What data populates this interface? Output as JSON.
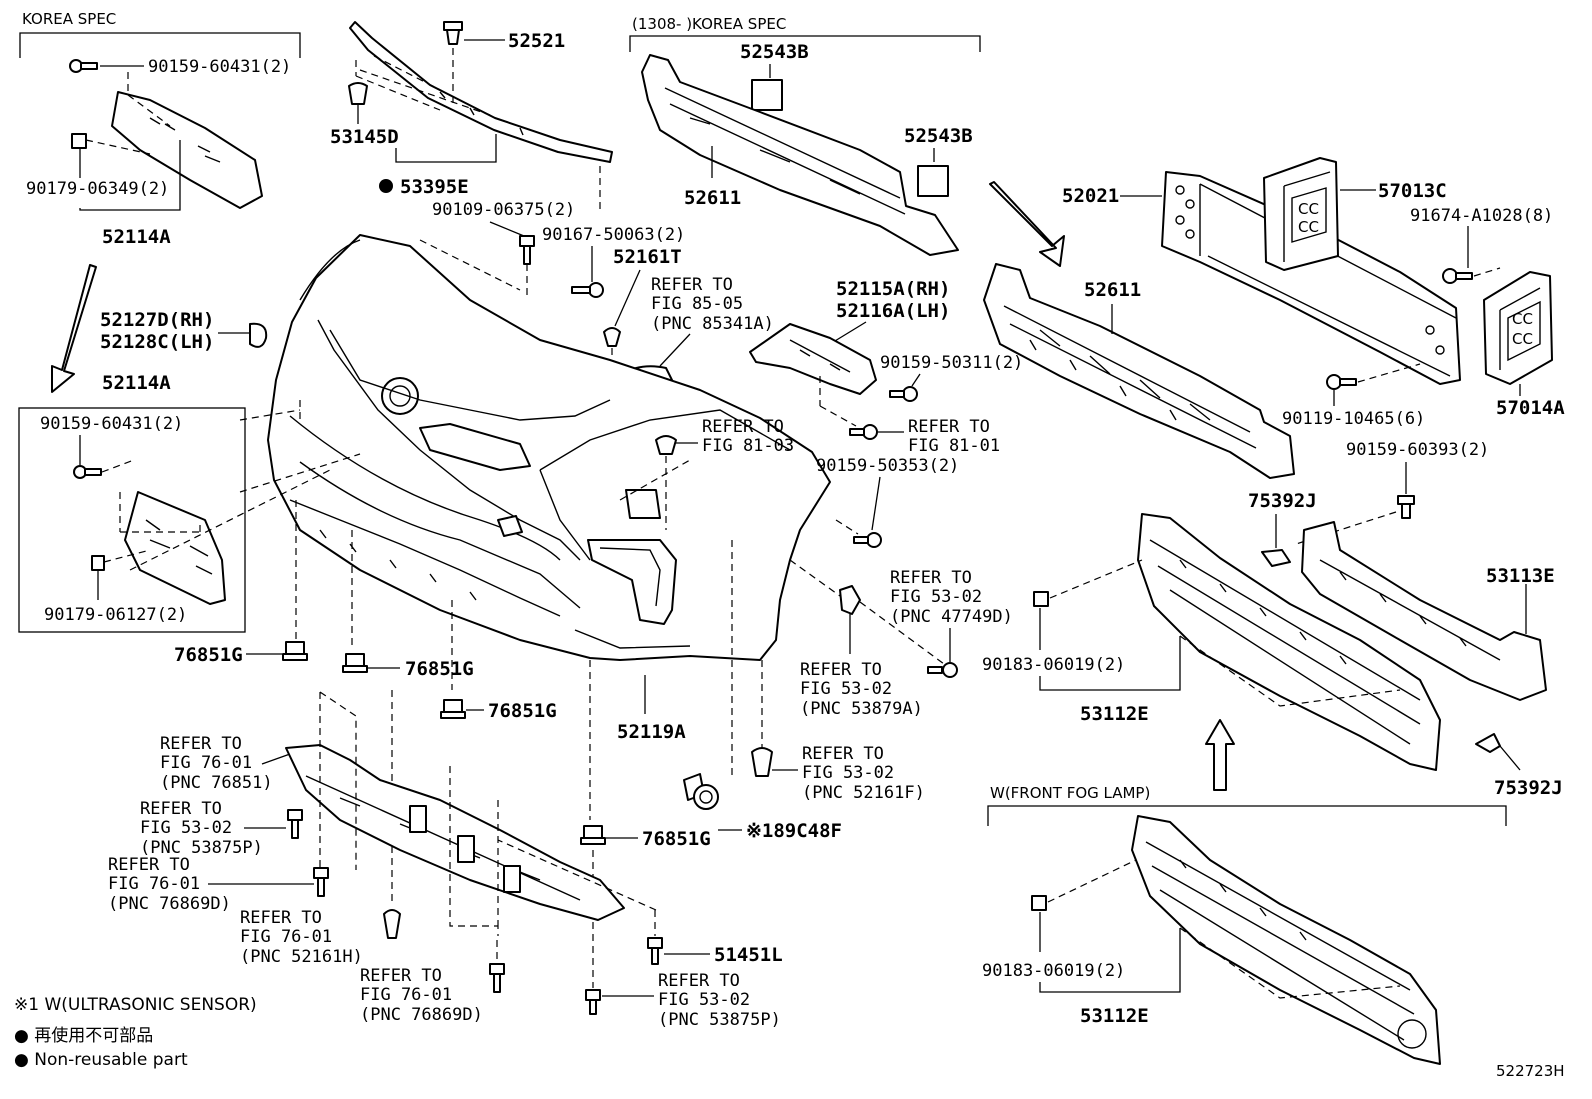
{
  "diagram_id": "522723H",
  "sections": {
    "korea_spec_top_left": "KOREA SPEC",
    "korea_spec_top_center": "(1308-      )KOREA SPEC",
    "front_fog_lamp": "W(FRONT FOG LAMP)"
  },
  "parts": {
    "p_90159_60431_a": "90159-60431(2)",
    "p_90179_06349": "90179-06349(2)",
    "p_52114A_a": "52114A",
    "p_52114A_b": "52114A",
    "p_90159_60431_b": "90159-60431(2)",
    "p_90179_06127": "90179-06127(2)",
    "p_52127D": "52127D(RH)",
    "p_52128C": "52128C(LH)",
    "p_52521": "52521",
    "p_53145D": "53145D",
    "p_53395E": "53395E",
    "p_90109_06375": "90109-06375(2)",
    "p_90167_50063": "90167-50063(2)",
    "p_52161T": "52161T",
    "p_52543B_a": "52543B",
    "p_52543B_b": "52543B",
    "p_52611_a": "52611",
    "p_52611_b": "52611",
    "p_52115A": "52115A(RH)",
    "p_52116A": "52116A(LH)",
    "p_90159_50311": "90159-50311(2)",
    "p_90159_50353": "90159-50353(2)",
    "p_52021": "52021",
    "p_57013C": "57013C",
    "p_91674_A1028": "91674-A1028(8)",
    "p_90119_10465": "90119-10465(6)",
    "p_57014A": "57014A",
    "p_90159_60393": "90159-60393(2)",
    "p_75392J_a": "75392J",
    "p_75392J_b": "75392J",
    "p_53113E": "53113E",
    "p_90183_06019_a": "90183-06019(2)",
    "p_90183_06019_b": "90183-06019(2)",
    "p_53112E_a": "53112E",
    "p_53112E_b": "53112E",
    "p_76851G_a": "76851G",
    "p_76851G_b": "76851G",
    "p_76851G_c": "76851G",
    "p_76851G_d": "76851G",
    "p_52119A": "52119A",
    "p_89C48F": "※189C48F",
    "p_51451L": "51451L"
  },
  "refs": {
    "r_85_05": [
      "REFER TO",
      "FIG 85-05",
      "(PNC 85341A)"
    ],
    "r_81_03": [
      "REFER TO",
      "FIG 81-03"
    ],
    "r_81_01": [
      "REFER TO",
      "FIG 81-01"
    ],
    "r_53_02_47749D": [
      "REFER TO",
      "FIG 53-02",
      "(PNC 47749D)"
    ],
    "r_53_02_53879A": [
      "REFER TO",
      "FIG 53-02",
      "(PNC 53879A)"
    ],
    "r_53_02_52161F": [
      "REFER TO",
      "FIG 53-02",
      "(PNC 52161F)"
    ],
    "r_76_01_76851": [
      "REFER TO",
      "FIG 76-01",
      "(PNC 76851)"
    ],
    "r_53_02_53875P_a": [
      "REFER TO",
      "FIG 53-02",
      "(PNC 53875P)"
    ],
    "r_76_01_76869D_a": [
      "REFER TO",
      "FIG 76-01",
      "(PNC 76869D)"
    ],
    "r_76_01_52161H": [
      "REFER TO",
      "FIG 76-01",
      "(PNC 52161H)"
    ],
    "r_76_01_76869D_b": [
      "REFER TO",
      "FIG 76-01",
      "(PNC 76869D)"
    ],
    "r_53_02_53875P_b": [
      "REFER TO",
      "FIG 53-02",
      "(PNC 53875P)"
    ]
  },
  "legend": {
    "note1": "※1 W(ULTRASONIC SENSOR)",
    "jp": "● 再使用不可部品",
    "en": "● Non-reusable part"
  }
}
